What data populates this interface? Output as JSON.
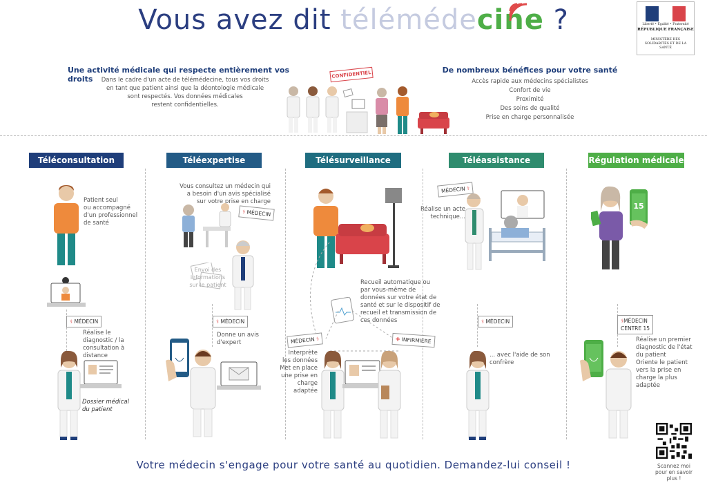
{
  "header": {
    "title_a": "Vous avez dit ",
    "title_b": "télémé",
    "title_c": "de",
    "title_d": "cine",
    "title_e": " ?",
    "logo_motto": "Liberté • Égalité • Fraternité",
    "logo_rf": "RÉPUBLIQUE FRANÇAISE",
    "logo_ministere": "MINISTÈRE DES SOLIDARITÉS ET DE LA SANTÉ"
  },
  "intro_left": {
    "heading": "Une activité médicale qui respecte entièrement vos droits",
    "lines": [
      "Dans le cadre d'un acte de télémédecine, tous vos droits",
      "en tant que patient ainsi que la déontologie médicale",
      "sont respectés. Vos données médicales",
      "restent confidentielles."
    ]
  },
  "confidentiel": "CONFIDENTIEL",
  "intro_right": {
    "heading": "De nombreux bénéfices pour votre santé",
    "items": [
      "Accès rapide aux médecins spécialistes",
      "Confort de vie",
      "Proximité",
      "Des soins de qualité",
      "Prise en charge personnalisée"
    ]
  },
  "categories": [
    {
      "label": "Téléconsultation",
      "color": "#1f3e7a"
    },
    {
      "label": "Téléexpertise",
      "color": "#235b86"
    },
    {
      "label": "Télésurveillance",
      "color": "#1f6d80"
    },
    {
      "label": "Téléassistance",
      "color": "#2f8c6e"
    },
    {
      "label": "Régulation médicale",
      "color": "#4eae47"
    }
  ],
  "col1": {
    "patient": "Patient seul\nou accompagné\nd'un professionnel\nde santé",
    "tag": "MÉDECIN",
    "action": "Réalise le\ndiagnostic / la\nconsultation à\ndistance",
    "dossier": "Dossier médical\ndu patient"
  },
  "col2": {
    "intro": "Vous consultez un médecin qui\na besoin d'un avis spécialisé\nsur votre prise en charge",
    "tag_small": "MÉDECIN",
    "envoi": "Envoi des\ninformations\nsur le patient",
    "tag": "MÉDECIN",
    "action": "Donne un avis\nd'expert"
  },
  "col3": {
    "recueil": "Recueil automatique ou\npar vous-même de\ndonnées sur votre état de\nsanté et sur le dispositif de\nrecueil et transmission de\nces données",
    "tag_medecin": "MÉDECIN",
    "tag_infirmiere": "INFIRMIÈRE",
    "action": "Interprète\nles données\nMet en place\nune prise en\ncharge\nadaptée"
  },
  "col4": {
    "tag_small": "MÉDECIN",
    "action": "Réalise un acte\ntechnique...",
    "tag": "MÉDECIN",
    "aide": "... avec l'aide de son\nconfrère"
  },
  "col5": {
    "tag": "MÉDECIN\nCENTRE 15",
    "phone": "15",
    "action": "Réalise un premier\ndiagnostic de l'état\ndu patient\nOriente le patient\nvers la prise en\ncharge la plus\nadaptée"
  },
  "footer": {
    "slogan": "Votre médecin s'engage pour votre santé au quotidien. Demandez-lui conseil !",
    "qr_caption": "Scannez moi\npour en savoir\nplus !"
  },
  "colors": {
    "navy": "#1f3e7a",
    "green": "#4eae47",
    "orange": "#ee8a3c",
    "teal": "#1f8a88",
    "red": "#d9444a"
  }
}
